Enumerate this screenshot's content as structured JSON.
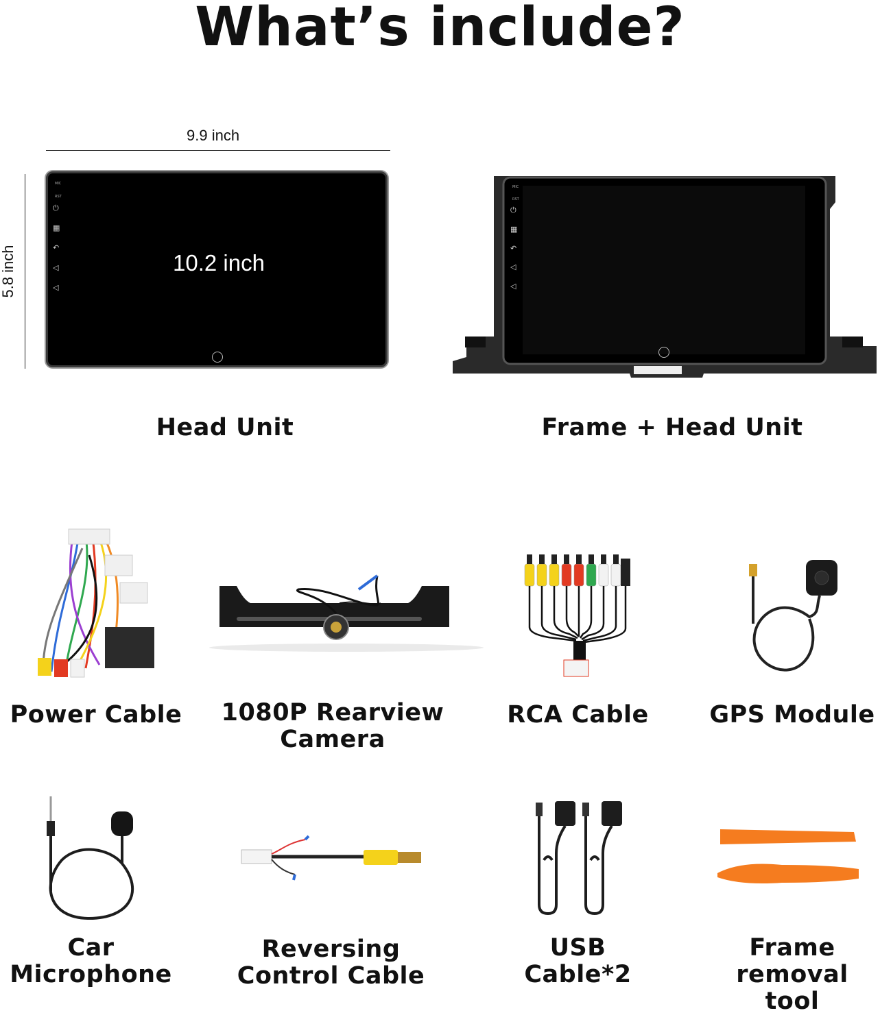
{
  "title": "What’s include?",
  "head_unit": {
    "width_label": "9.9 inch",
    "height_label": "5.8 inch",
    "screen_label": "10.2 inch",
    "caption": "Head Unit",
    "side_labels": [
      "MIC",
      "RST"
    ]
  },
  "frame_unit": {
    "caption": "Frame + Head Unit",
    "side_labels": [
      "MIC",
      "RST"
    ]
  },
  "items": [
    {
      "label": "Power Cable"
    },
    {
      "label_line1": "1080P Rearview",
      "label_line2": "Camera"
    },
    {
      "label": "RCA Cable"
    },
    {
      "label": "GPS Module"
    },
    {
      "label_line1": "Car",
      "label_line2": "Microphone"
    },
    {
      "label_line1": "Reversing",
      "label_line2": "Control Cable"
    },
    {
      "label_line1": "USB",
      "label_line2": "Cable*2"
    },
    {
      "label_line1": "Frame",
      "label_line2": "removal tool"
    }
  ],
  "colors": {
    "accent_orange": "#f57c1f",
    "rca": [
      "#f4d21b",
      "#f4d21b",
      "#f4d21b",
      "#e23a22",
      "#e23a22",
      "#2fa84f",
      "#f2f2f2",
      "#f2f2f2"
    ]
  }
}
